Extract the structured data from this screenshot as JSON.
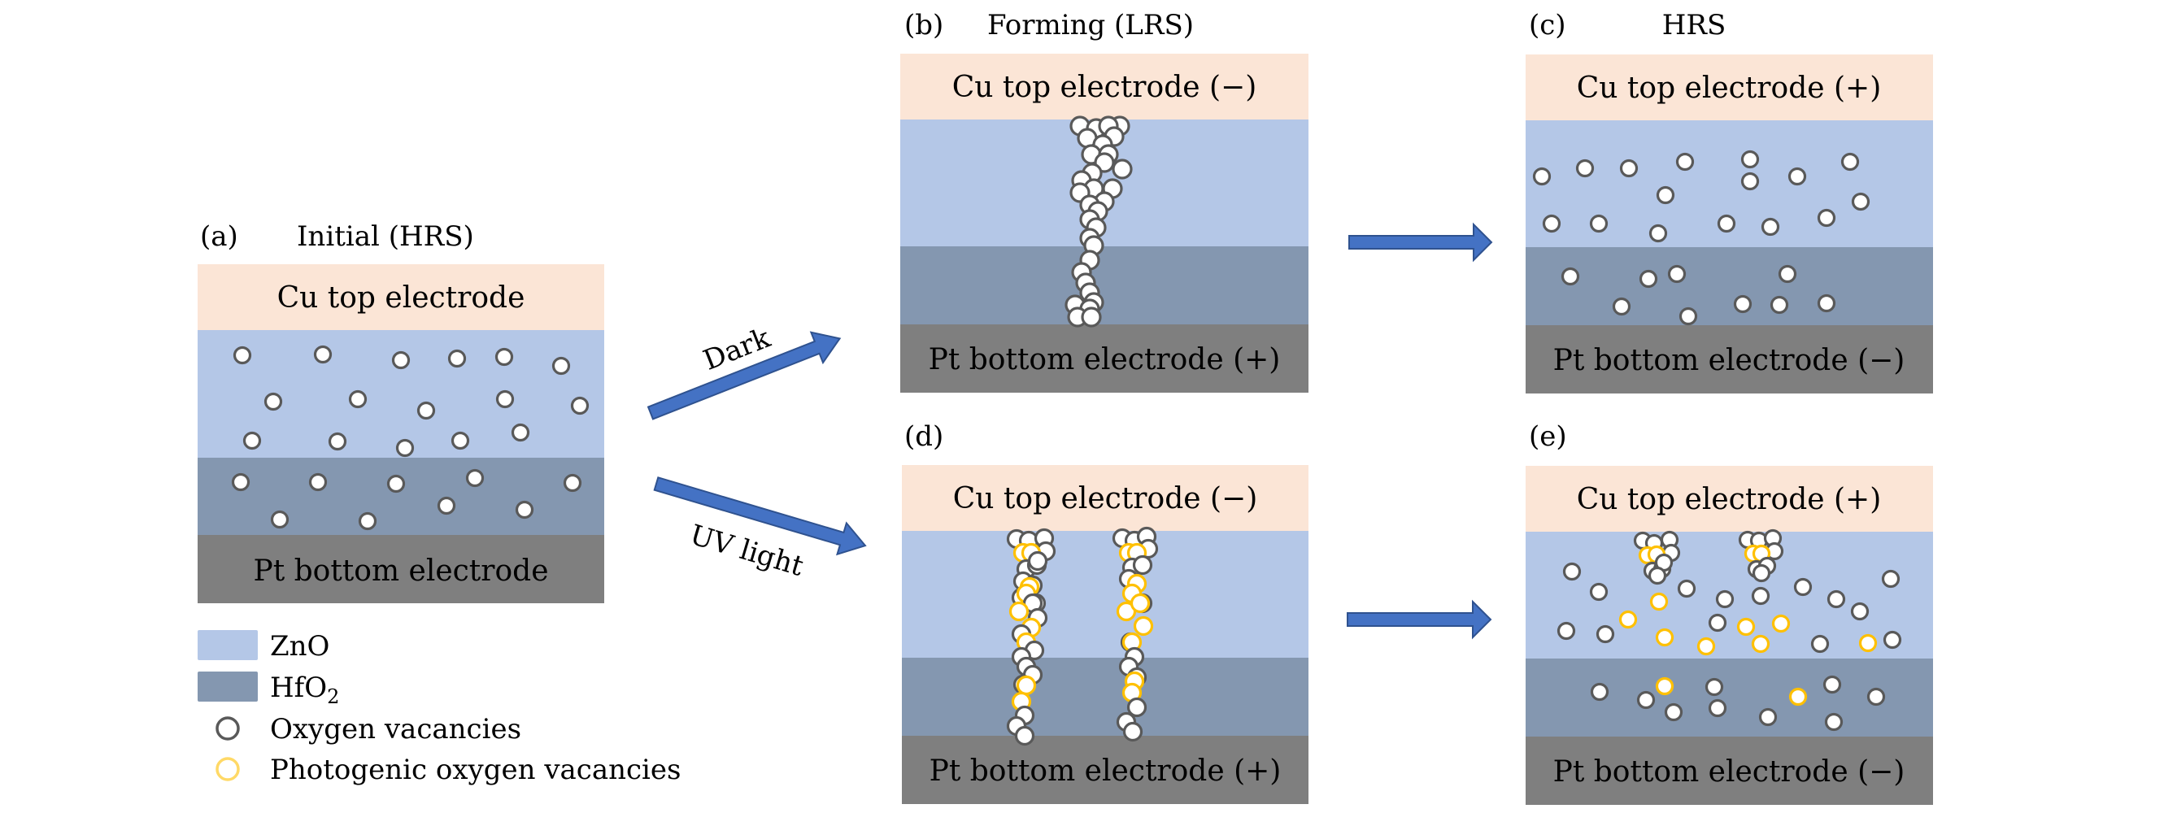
{
  "colors": {
    "cu": "#FBE5D6",
    "zno": "#B4C7E7",
    "hfo2": "#8497B0",
    "pt": "#7F7F7F",
    "vacancy_stroke": "#595959",
    "vacancy_fill": "#FFFFFF",
    "photo_stroke": "#FFC000",
    "photo_legend_stroke": "#FFD966",
    "arrow_fill": "#4472C4",
    "arrow_stroke": "#2F528F"
  },
  "panels": [
    {
      "id": "a",
      "tag": "(a)",
      "title": "Initial (HRS)",
      "top_label": "Cu top electrode",
      "bottom_label": "Pt bottom electrode"
    },
    {
      "id": "b",
      "tag": "(b)",
      "title": "Forming (LRS)",
      "top_label": "Cu top electrode (−)",
      "bottom_label": "Pt bottom electrode (+)"
    },
    {
      "id": "c",
      "tag": "(c)",
      "title": "HRS",
      "top_label": "Cu top electrode (+)",
      "bottom_label": "Pt bottom electrode (−)"
    },
    {
      "id": "d",
      "tag": "(d)",
      "title": "",
      "top_label": "Cu top electrode (−)",
      "bottom_label": "Pt bottom electrode (+)"
    },
    {
      "id": "e",
      "tag": "(e)",
      "title": "",
      "top_label": "Cu top electrode (+)",
      "bottom_label": "Pt bottom electrode (−)"
    }
  ],
  "arrows": {
    "dark_label": "Dark",
    "uv_label": "UV light"
  },
  "legend": {
    "zno": "ZnO",
    "hfo2_main": "HfO",
    "hfo2_sub": "2",
    "vacancies": "Oxygen vacancies",
    "photo_vacancies": "Photogenic oxygen vacancies"
  }
}
